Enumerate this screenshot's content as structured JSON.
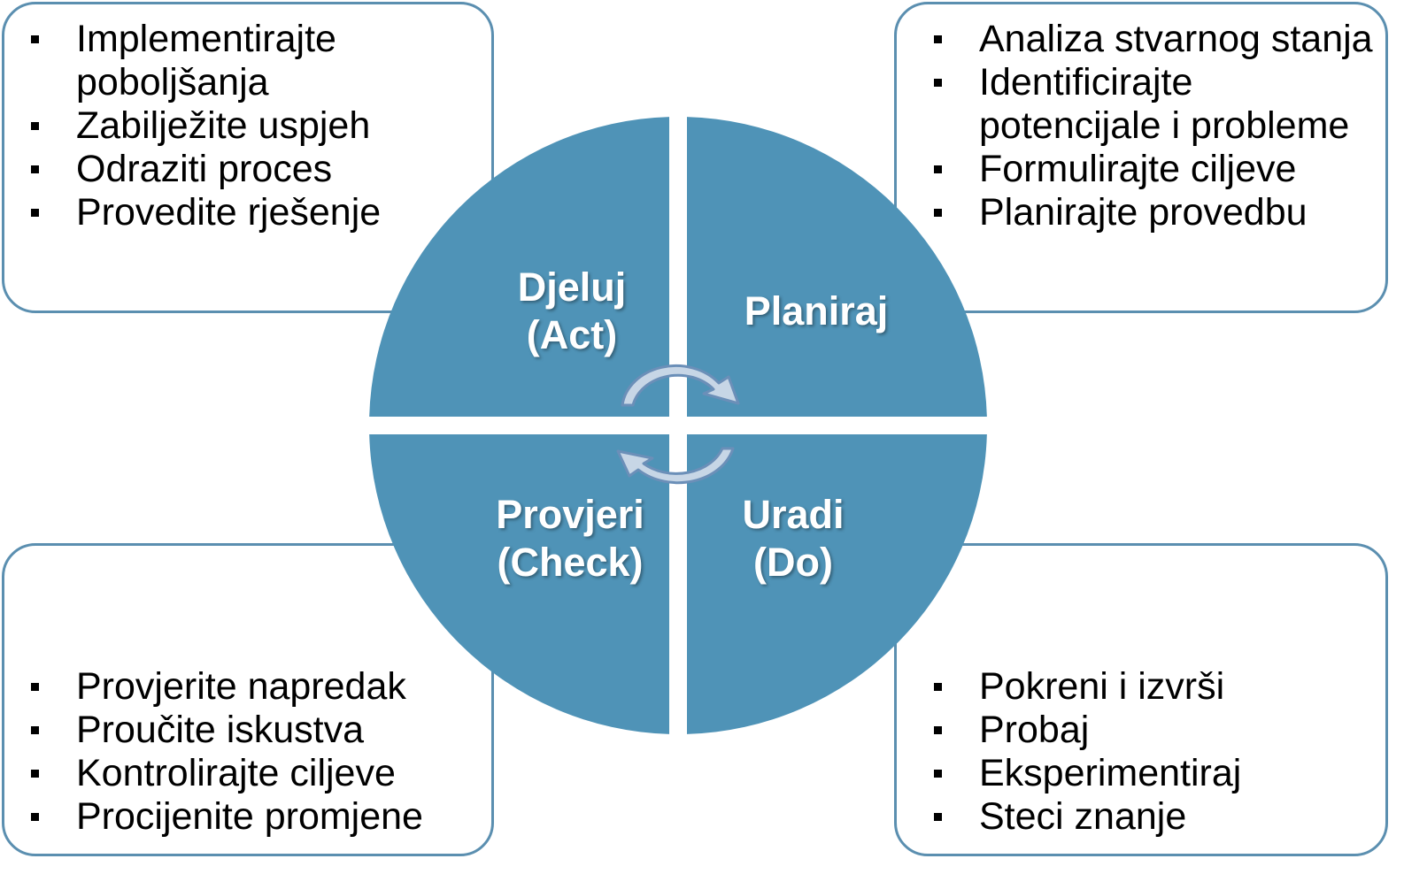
{
  "quadrants": {
    "act": {
      "line1": "Djeluj",
      "line2": "(Act)"
    },
    "plan": {
      "line1": "Planiraj",
      "line2": ""
    },
    "check": {
      "line1": "Provjeri",
      "line2": "(Check)"
    },
    "do": {
      "line1": "Uradi",
      "line2": "(Do)"
    }
  },
  "boxes": {
    "act": [
      "Implementirajte poboljšanja",
      "Zabilježite uspjeh",
      "Odraziti proces",
      "Provedite rješenje"
    ],
    "plan": [
      "Analiza stvarnog stanja",
      "Identificirajte potencijale i probleme",
      "Formulirajte ciljeve",
      "Planirajte provedbu"
    ],
    "check": [
      "Provjerite napredak",
      "Proučite iskustva",
      "Kontrolirajte ciljeve",
      "Procijenite promjene"
    ],
    "do": [
      "Pokreni i izvrši",
      "Probaj",
      "Eksperimentiraj",
      "Steci znanje"
    ]
  },
  "colors": {
    "quadrant_fill": "#4f93b7",
    "box_border": "#5b8fb0",
    "arrow_fill": "#c7d6e6",
    "arrow_stroke": "#6b8fb8",
    "label_text": "#ffffff"
  },
  "icons": [
    "cycle-arrow-top-icon",
    "cycle-arrow-bottom-icon"
  ]
}
